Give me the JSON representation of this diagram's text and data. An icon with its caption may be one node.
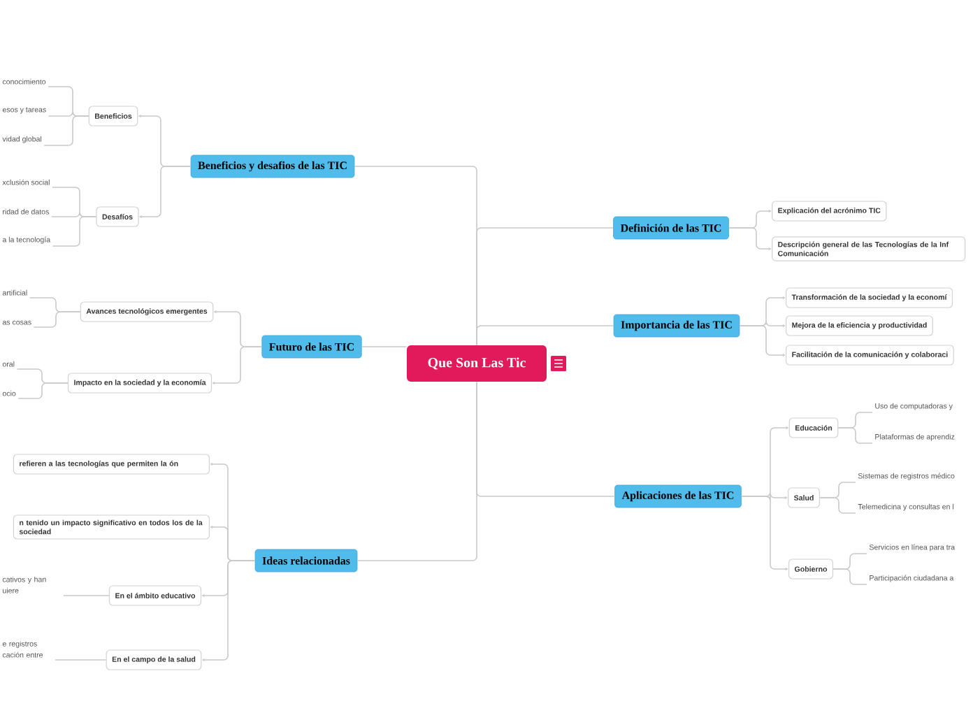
{
  "diagram": {
    "nodes": [
      {
        "text": [
          "Que Son Las Tic"
        ]
      },
      {
        "text": [
          "Beneficios y desafios de las TIC"
        ]
      },
      {
        "text": [
          "Beneficios"
        ]
      },
      {
        "text": [
          "conocimiento"
        ]
      },
      {
        "text": [
          "esos y tareas"
        ]
      },
      {
        "text": [
          "vidad global"
        ]
      },
      {
        "text": [
          "Desafíos"
        ]
      },
      {
        "text": [
          "xclusión social"
        ]
      },
      {
        "text": [
          "ridad de datos"
        ]
      },
      {
        "text": [
          "a la tecnología"
        ]
      },
      {
        "text": [
          "Futuro de las TIC"
        ]
      },
      {
        "text": [
          "Avances tecnológicos emergentes"
        ]
      },
      {
        "text": [
          "artificial"
        ]
      },
      {
        "text": [
          "as cosas"
        ]
      },
      {
        "text": [
          "Impacto en la sociedad y la economía"
        ]
      },
      {
        "text": [
          "oral"
        ]
      },
      {
        "text": [
          "ocio"
        ]
      },
      {
        "text": [
          "Ideas relacionadas"
        ]
      },
      {
        "text": [
          "refieren a las tecnologías que permiten la ón"
        ]
      },
      {
        "text": [
          "n tenido un impacto significativo en todos los de la sociedad"
        ]
      },
      {
        "text": [
          "En el ámbito educativo"
        ]
      },
      {
        "text": [
          "cativos y han uiere"
        ]
      },
      {
        "text": [
          "En el campo de la salud"
        ]
      },
      {
        "text": [
          "e registros cación entre"
        ]
      },
      {
        "text": [
          "Definición de las TIC"
        ]
      },
      {
        "text": [
          "Explicación del acrónimo TIC"
        ]
      },
      {
        "text": [
          "Descripción general de las Tecnologías de la Inf Comunicación"
        ]
      },
      {
        "text": [
          "Importancia de las TIC"
        ]
      },
      {
        "text": [
          "Transformación de la sociedad y la economí"
        ]
      },
      {
        "text": [
          "Mejora de la eficiencia y productividad"
        ]
      },
      {
        "text": [
          "Facilitación de la comunicación y colaboraci"
        ]
      },
      {
        "text": [
          "Aplicaciones de las TIC"
        ]
      },
      {
        "text": [
          "Educación"
        ]
      },
      {
        "text": [
          "Uso de computadoras y"
        ]
      },
      {
        "text": [
          "Plataformas de aprendiz"
        ]
      },
      {
        "text": [
          "Salud"
        ]
      },
      {
        "text": [
          "Sistemas de registros médico"
        ]
      },
      {
        "text": [
          "Telemedicina y consultas en l"
        ]
      },
      {
        "text": [
          "Gobierno"
        ]
      },
      {
        "text": [
          "Servicios en línea para tra"
        ]
      },
      {
        "text": [
          "Participación ciudadana a"
        ]
      }
    ],
    "edges": [
      {
        "from": 0,
        "to": 1,
        "arrow": "none"
      },
      {
        "from": 1,
        "to": 2,
        "arrow": "to"
      },
      {
        "from": 2,
        "to": 3,
        "arrow": "none"
      },
      {
        "from": 2,
        "to": 4,
        "arrow": "none"
      },
      {
        "from": 2,
        "to": 5,
        "arrow": "none"
      },
      {
        "from": 1,
        "to": 6,
        "arrow": "to"
      },
      {
        "from": 6,
        "to": 7,
        "arrow": "none"
      },
      {
        "from": 6,
        "to": 8,
        "arrow": "none"
      },
      {
        "from": 6,
        "to": 9,
        "arrow": "none"
      },
      {
        "from": 0,
        "to": 10,
        "arrow": "none"
      },
      {
        "from": 10,
        "to": 11,
        "arrow": "to"
      },
      {
        "from": 11,
        "to": 12,
        "arrow": "none"
      },
      {
        "from": 11,
        "to": 13,
        "arrow": "none"
      },
      {
        "from": 10,
        "to": 14,
        "arrow": "to"
      },
      {
        "from": 14,
        "to": 15,
        "arrow": "none"
      },
      {
        "from": 14,
        "to": 16,
        "arrow": "none"
      },
      {
        "from": 0,
        "to": 17,
        "arrow": "none"
      },
      {
        "from": 17,
        "to": 18,
        "arrow": "to"
      },
      {
        "from": 17,
        "to": 19,
        "arrow": "to"
      },
      {
        "from": 17,
        "to": 20,
        "arrow": "to"
      },
      {
        "from": 20,
        "to": 21,
        "arrow": "none"
      },
      {
        "from": 17,
        "to": 22,
        "arrow": "to"
      },
      {
        "from": 22,
        "to": 23,
        "arrow": "none"
      },
      {
        "from": 0,
        "to": 24,
        "arrow": "none"
      },
      {
        "from": 24,
        "to": 25,
        "arrow": "to"
      },
      {
        "from": 24,
        "to": 26,
        "arrow": "to"
      },
      {
        "from": 0,
        "to": 27,
        "arrow": "none"
      },
      {
        "from": 27,
        "to": 28,
        "arrow": "to"
      },
      {
        "from": 27,
        "to": 29,
        "arrow": "to"
      },
      {
        "from": 27,
        "to": 30,
        "arrow": "to"
      },
      {
        "from": 0,
        "to": 31,
        "arrow": "none"
      },
      {
        "from": 31,
        "to": 32,
        "arrow": "to"
      },
      {
        "from": 32,
        "to": 33,
        "arrow": "none"
      },
      {
        "from": 32,
        "to": 34,
        "arrow": "none"
      },
      {
        "from": 31,
        "to": 35,
        "arrow": "to"
      },
      {
        "from": 35,
        "to": 36,
        "arrow": "none"
      },
      {
        "from": 35,
        "to": 37,
        "arrow": "none"
      },
      {
        "from": 31,
        "to": 38,
        "arrow": "to"
      },
      {
        "from": 38,
        "to": 39,
        "arrow": "none"
      },
      {
        "from": 38,
        "to": 40,
        "arrow": "none"
      }
    ]
  }
}
